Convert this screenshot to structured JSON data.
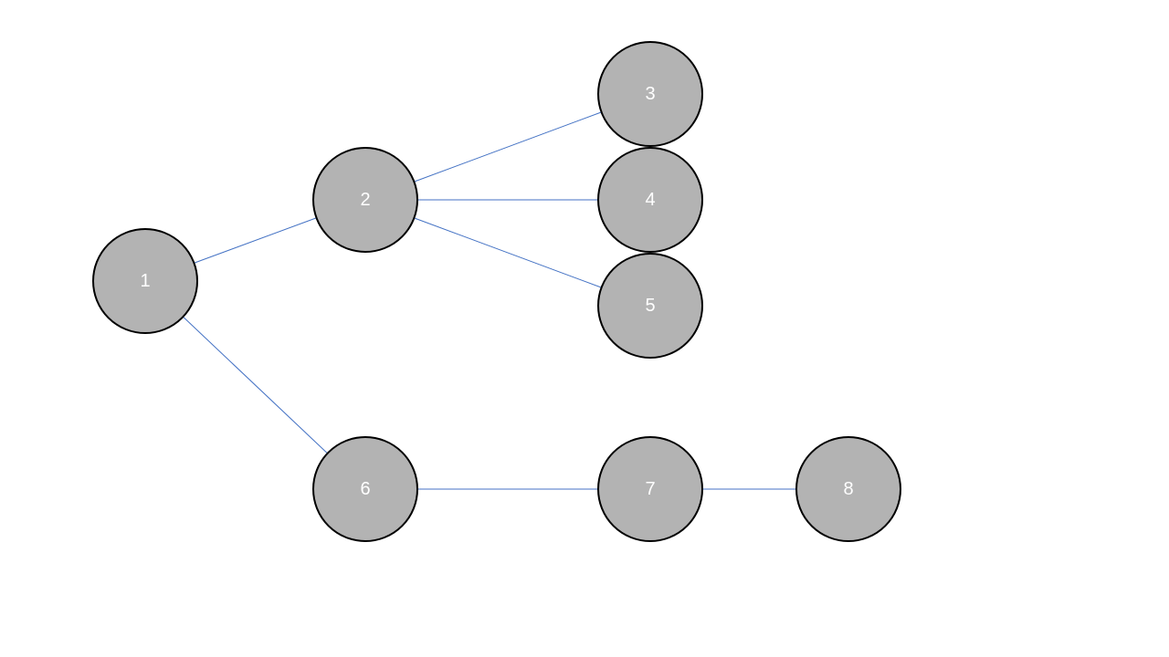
{
  "diagram": {
    "type": "tree",
    "colors": {
      "node_fill": "#b3b3b3",
      "node_stroke": "#000000",
      "label_color": "#ffffff",
      "edge_color": "#4472c4"
    },
    "nodes": [
      {
        "id": "n1",
        "label": "1"
      },
      {
        "id": "n2",
        "label": "2"
      },
      {
        "id": "n3",
        "label": "3"
      },
      {
        "id": "n4",
        "label": "4"
      },
      {
        "id": "n5",
        "label": "5"
      },
      {
        "id": "n6",
        "label": "6"
      },
      {
        "id": "n7",
        "label": "7"
      },
      {
        "id": "n8",
        "label": "8"
      }
    ],
    "edges": [
      {
        "from": "n1",
        "to": "n2"
      },
      {
        "from": "n1",
        "to": "n6"
      },
      {
        "from": "n2",
        "to": "n3"
      },
      {
        "from": "n2",
        "to": "n4"
      },
      {
        "from": "n2",
        "to": "n5"
      },
      {
        "from": "n6",
        "to": "n7"
      },
      {
        "from": "n7",
        "to": "n8"
      }
    ]
  }
}
